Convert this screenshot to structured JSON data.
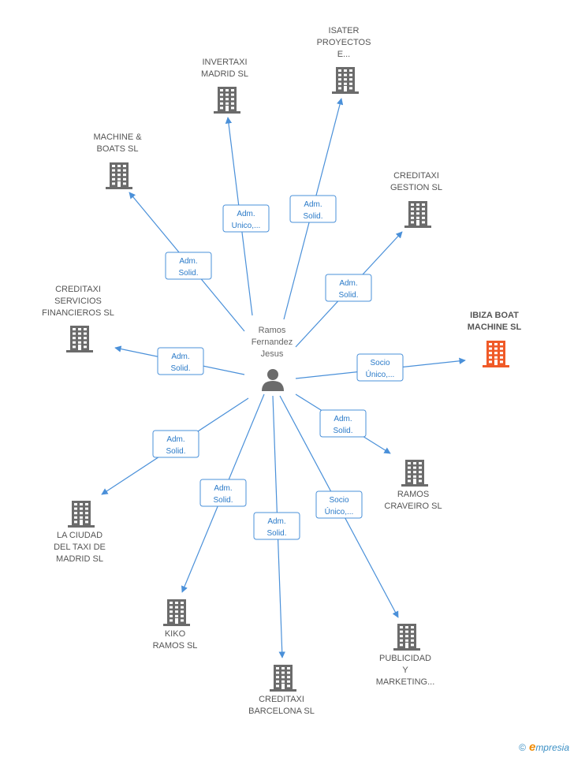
{
  "center": {
    "lines": [
      "Ramos",
      "Fernandez",
      "Jesus"
    ]
  },
  "colors": {
    "edge": "#4a90d9",
    "building": "#6b6b6b",
    "highlight": "#f05a28"
  },
  "companies": [
    {
      "id": "invertaxi",
      "lines": [
        "INVERTAXI",
        "MADRID  SL"
      ],
      "role": [
        "Adm.",
        "Unico,..."
      ],
      "highlight": false
    },
    {
      "id": "isater",
      "lines": [
        "ISATER",
        "PROYECTOS",
        "E..."
      ],
      "role": [
        "Adm.",
        "Solid."
      ],
      "highlight": false
    },
    {
      "id": "machine-boats",
      "lines": [
        "MACHINE &",
        "BOATS SL"
      ],
      "role": [
        "Adm.",
        "Solid."
      ],
      "highlight": false
    },
    {
      "id": "creditaxi-gestion",
      "lines": [
        "CREDITAXI",
        "GESTION SL"
      ],
      "role": [
        "Adm.",
        "Solid."
      ],
      "highlight": false
    },
    {
      "id": "creditaxi-servicios",
      "lines": [
        "CREDITAXI",
        "SERVICIOS",
        "FINANCIEROS SL"
      ],
      "role": [
        "Adm.",
        "Solid."
      ],
      "highlight": false
    },
    {
      "id": "ibiza-boat",
      "lines": [
        "IBIZA BOAT",
        "MACHINE  SL"
      ],
      "role": [
        "Socio",
        "Único,..."
      ],
      "highlight": true
    },
    {
      "id": "ramos-craveiro",
      "lines": [
        "RAMOS",
        "CRAVEIRO SL"
      ],
      "role": [
        "Adm.",
        "Solid."
      ],
      "highlight": false
    },
    {
      "id": "ciudad-taxi",
      "lines": [
        "LA CIUDAD",
        "DEL TAXI DE",
        "MADRID  SL"
      ],
      "role": [
        "Adm.",
        "Solid."
      ],
      "highlight": false
    },
    {
      "id": "kiko-ramos",
      "lines": [
        "KIKO",
        "RAMOS SL"
      ],
      "role": [
        "Adm.",
        "Solid."
      ],
      "highlight": false
    },
    {
      "id": "creditaxi-barcelona",
      "lines": [
        "CREDITAXI",
        "BARCELONA SL"
      ],
      "role": [
        "Adm.",
        "Solid."
      ],
      "highlight": false
    },
    {
      "id": "publicidad",
      "lines": [
        "PUBLICIDAD",
        "Y",
        "MARKETING..."
      ],
      "role": [
        "Socio",
        "Único,..."
      ],
      "highlight": false
    }
  ],
  "brand": {
    "copyright": "©",
    "initial": "e",
    "rest": "mpresia"
  }
}
